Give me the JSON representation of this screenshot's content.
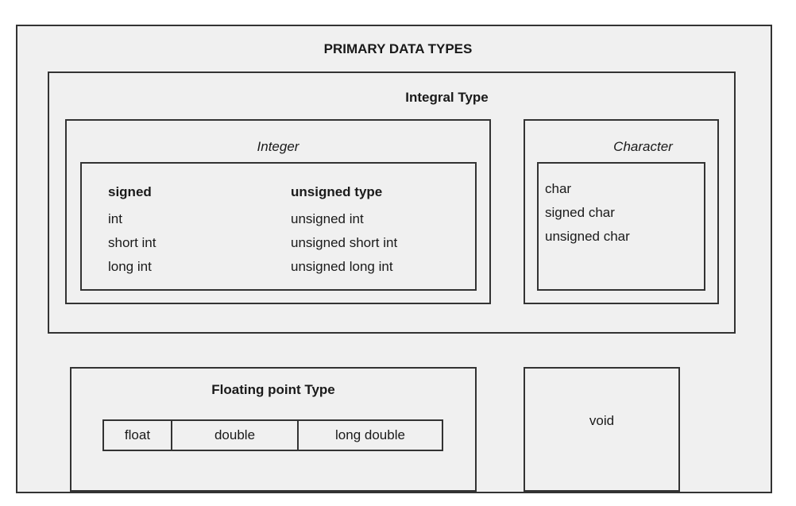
{
  "title": "PRIMARY DATA TYPES",
  "integral": {
    "title": "Integral Type",
    "integer": {
      "title": "Integer",
      "signed": {
        "header": "signed",
        "items": [
          "int",
          "short int",
          "long int"
        ]
      },
      "unsigned": {
        "header": "unsigned type",
        "items": [
          "unsigned int",
          "unsigned short int",
          "unsigned long int"
        ]
      }
    },
    "character": {
      "title": "Character",
      "items": [
        "char",
        "signed char",
        "unsigned char"
      ]
    }
  },
  "floating": {
    "title": "Floating point Type",
    "items": [
      "float",
      "double",
      "long double"
    ]
  },
  "void": {
    "label": "void"
  }
}
